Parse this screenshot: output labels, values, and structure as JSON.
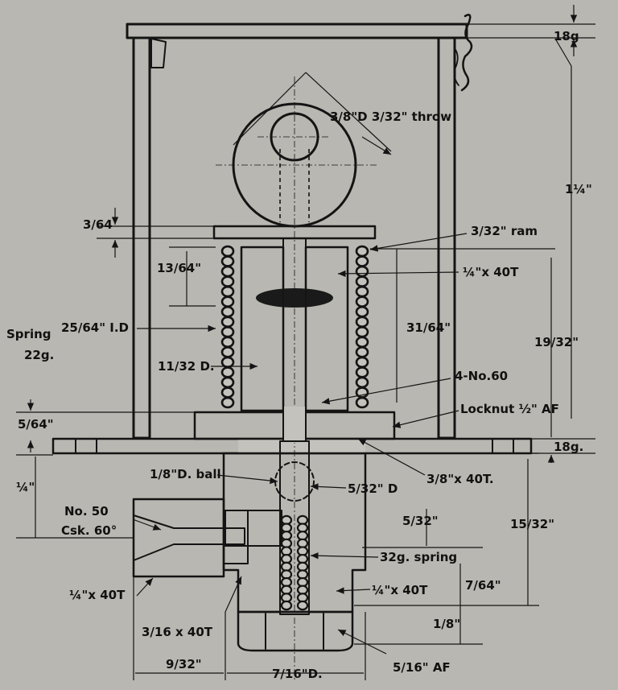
{
  "labels": {
    "dia_eccentric": "3/8\"D  3/32\" throw",
    "top_thickness": "18g",
    "height_overall": "1¼\"",
    "top_plate_thk": "3/64",
    "ram": "3/32\" ram",
    "spring_gap": "13/64\"",
    "thread_ram": "¼\"x 40T",
    "spring_id": "25/64\" I.D",
    "spring_label": "Spring",
    "spring_gauge": "22g.",
    "travel": "31/64\"",
    "height_19_32": "19/32\"",
    "body_dia": "11/32 D.",
    "drill_holes": "4-No.60",
    "base_gap": "5/64\"",
    "locknut": "Locknut ½\" AF",
    "base_thickness": "18g.",
    "thread_body": "3/8\"x 40T.",
    "ball": "1/8\"D. ball",
    "bore": "5/32\" D",
    "height_quarter": "¼\"",
    "drill_no50": "No. 50",
    "countersink": "Csk. 60°",
    "depth_5_32": "5/32\"",
    "height_15_32": "15/32\"",
    "small_spring": "32g. spring",
    "thread_outlet": "¼\"x 40T",
    "thread_plug": "¼\"x 40T",
    "depth_7_64": "7/64\"",
    "thread_3_16": "3/16 x 40T",
    "height_eighth": "1/8\"",
    "width_9_32": "9/32\"",
    "width_7_16": "7/16\"D.",
    "nut_af": "5/16\" AF"
  }
}
